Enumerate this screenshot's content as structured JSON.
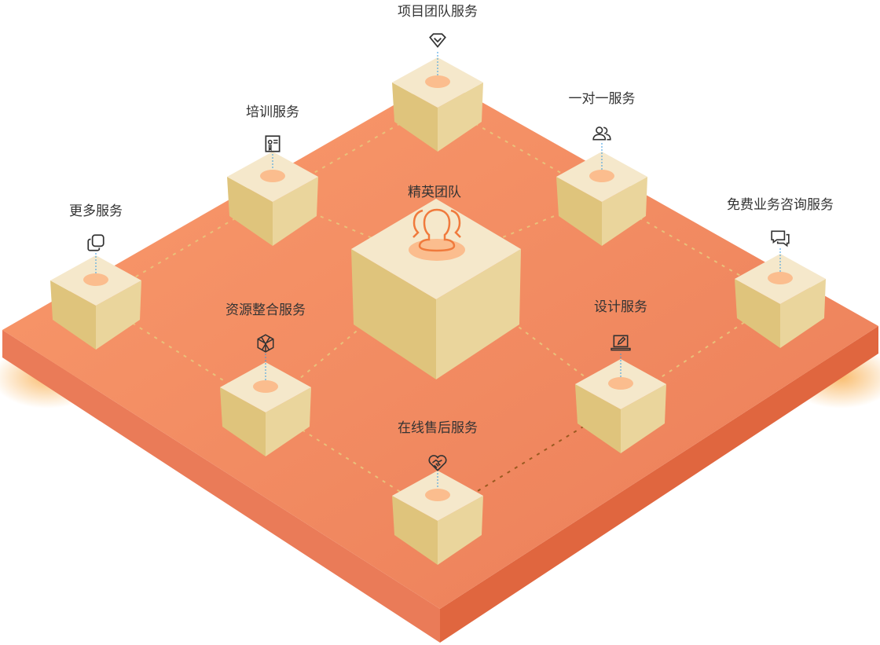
{
  "center": {
    "label": "精英团队",
    "icon": "team-icon"
  },
  "services": [
    {
      "label": "项目团队服务",
      "icon": "diamond-icon"
    },
    {
      "label": "培训服务",
      "icon": "certificate-icon"
    },
    {
      "label": "一对一服务",
      "icon": "users-icon"
    },
    {
      "label": "更多服务",
      "icon": "copy-icon"
    },
    {
      "label": "免费业务咨询服务",
      "icon": "chat-icon"
    },
    {
      "label": "资源整合服务",
      "icon": "cube-icon"
    },
    {
      "label": "设计服务",
      "icon": "laptop-pen-icon"
    },
    {
      "label": "在线售后服务",
      "icon": "handshake-heart-icon"
    }
  ],
  "colors": {
    "platform_top": "#f5906a",
    "platform_side": "#e8785a",
    "cube_top": "#f5e8cb",
    "cube_left": "#dfc47c",
    "cube_right": "#ead59c",
    "accent": "#f07a3c",
    "dash": "#e9c07a"
  }
}
